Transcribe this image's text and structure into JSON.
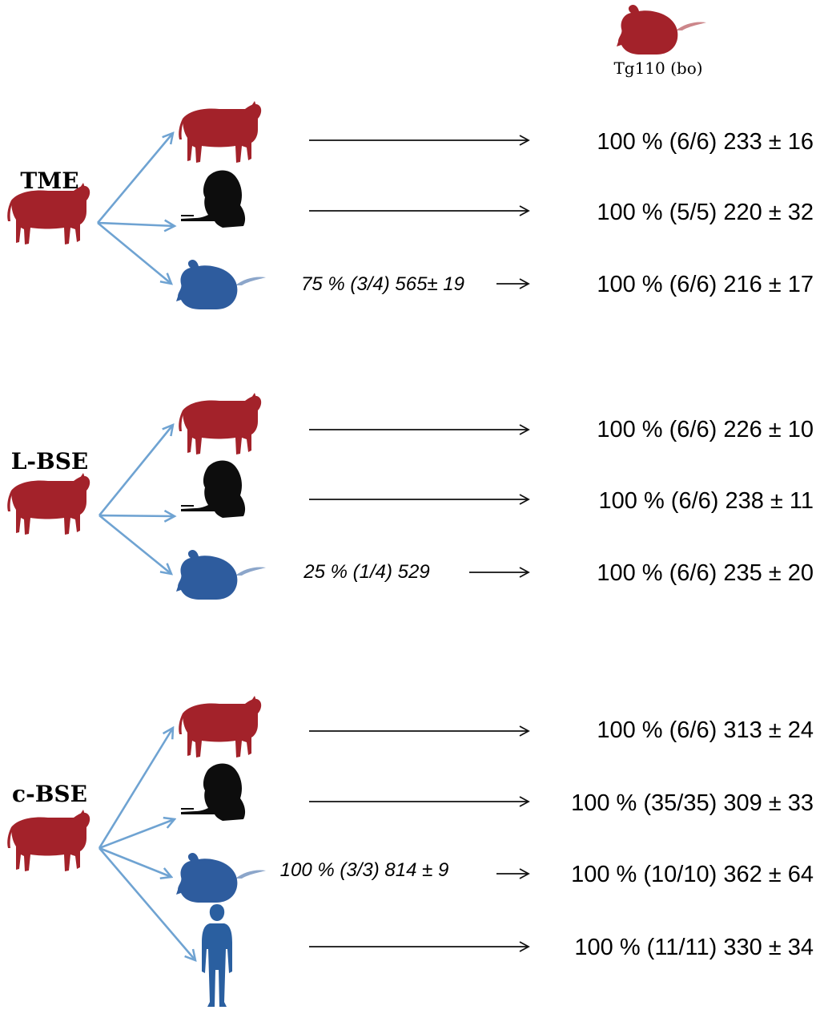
{
  "colors": {
    "cattle": "#a3222a",
    "macaque": "#0d0d0d",
    "mouse": "#2e5c9e",
    "human": "#2a5fa0",
    "blue_arrow": "#6fa3d2",
    "black_arrow": "#111111"
  },
  "target": {
    "label": "Tg110 (bo)",
    "icon": "mouse-icon"
  },
  "groups": [
    {
      "id": "tme",
      "label": "TME",
      "source_icon": "cow-icon",
      "rows": [
        {
          "host_icon": "cow-icon",
          "host_color": "cattle",
          "intermediate": "",
          "result": "100 % (6/6) 233 ± 16"
        },
        {
          "host_icon": "macaque-icon",
          "host_color": "macaque",
          "intermediate": "",
          "result": "100 % (5/5) 220 ± 32"
        },
        {
          "host_icon": "mouse-icon",
          "host_color": "mouse",
          "intermediate": "75 % (3/4) 565± 19",
          "result": "100 % (6/6) 216 ± 17"
        }
      ]
    },
    {
      "id": "lbse",
      "label": "L-BSE",
      "source_icon": "cow-icon",
      "rows": [
        {
          "host_icon": "cow-icon",
          "host_color": "cattle",
          "intermediate": "",
          "result": "100 % (6/6) 226 ± 10"
        },
        {
          "host_icon": "macaque-icon",
          "host_color": "macaque",
          "intermediate": "",
          "result": "100 % (6/6) 238 ± 11"
        },
        {
          "host_icon": "mouse-icon",
          "host_color": "mouse",
          "intermediate": "25 % (1/4) 529",
          "result": "100 % (6/6) 235 ± 20"
        }
      ]
    },
    {
      "id": "cbse",
      "label": "c-BSE",
      "source_icon": "cow-icon",
      "rows": [
        {
          "host_icon": "cow-icon",
          "host_color": "cattle",
          "intermediate": "",
          "result": "100 % (6/6) 313 ± 24"
        },
        {
          "host_icon": "macaque-icon",
          "host_color": "macaque",
          "intermediate": "",
          "result": "100 % (35/35) 309 ± 33"
        },
        {
          "host_icon": "mouse-icon",
          "host_color": "mouse",
          "intermediate": "100 % (3/3) 814 ± 9",
          "result": "100 % (10/10) 362 ± 64"
        },
        {
          "host_icon": "human-icon",
          "host_color": "human",
          "intermediate": "",
          "result": "100 % (11/11) 330 ± 34"
        }
      ]
    }
  ]
}
